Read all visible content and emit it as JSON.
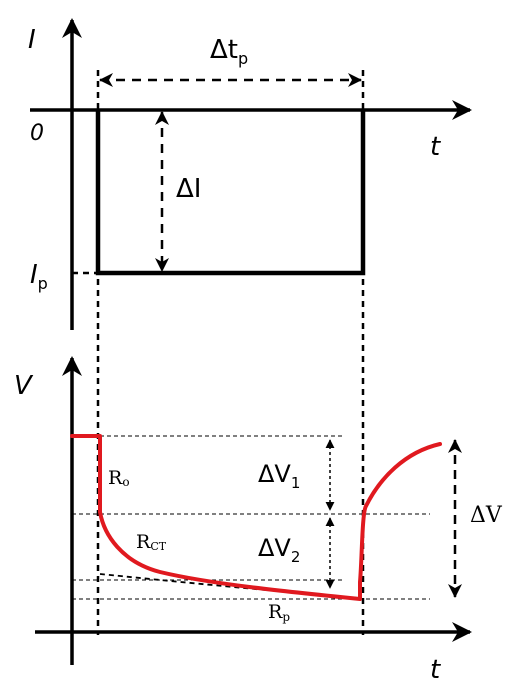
{
  "colors": {
    "axis": "#000000",
    "pulse": "#000000",
    "voltage_curve": "#e0191f",
    "guide": "#000000"
  },
  "current_plot": {
    "y_axis_label": "I",
    "x_axis_label": "t",
    "origin_label": "0",
    "pulse_level_label": "I",
    "pulse_level_sub": "p",
    "pulse_duration_label": "Δt",
    "pulse_duration_sub": "p",
    "current_step_label": "ΔI"
  },
  "voltage_plot": {
    "y_axis_label": "V",
    "x_axis_label": "t",
    "ohmic_resistance_label": "R",
    "ohmic_resistance_sub": "o",
    "charge_transfer_label": "R",
    "charge_transfer_sub": "CT",
    "polarization_label": "R",
    "polarization_sub": "p",
    "delta_v1_label": "ΔV",
    "delta_v1_sub": "1",
    "delta_v2_label": "ΔV",
    "delta_v2_sub": "2",
    "delta_v_total_label": "ΔV"
  }
}
